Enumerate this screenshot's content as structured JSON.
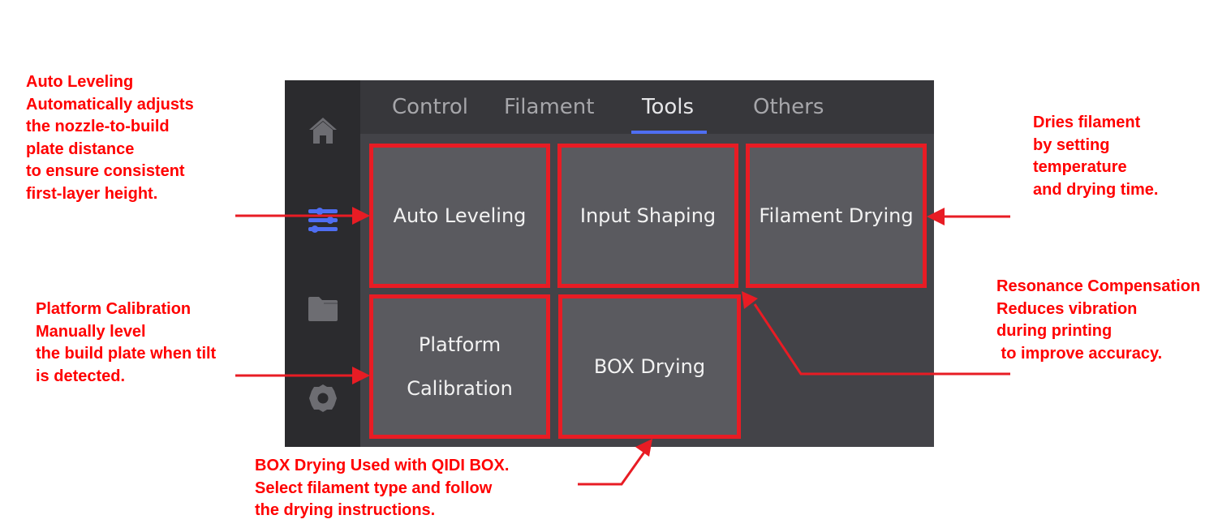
{
  "sidebar": {
    "items": [
      {
        "icon": "home-icon",
        "active": false
      },
      {
        "icon": "sliders-icon",
        "active": true
      },
      {
        "icon": "folder-icon",
        "active": false
      },
      {
        "icon": "gear-icon",
        "active": false
      }
    ]
  },
  "tabs": [
    {
      "label": "Control",
      "active": false
    },
    {
      "label": "Filament",
      "active": false
    },
    {
      "label": "Tools",
      "active": true
    },
    {
      "label": "Others",
      "active": false
    }
  ],
  "tools": {
    "auto_leveling": "Auto Leveling",
    "input_shaping": "Input Shaping",
    "filament_drying": "Filament Drying",
    "platform_calibration_line1": "Platform",
    "platform_calibration_line2": "Calibration",
    "box_drying": "BOX Drying"
  },
  "annotations": {
    "auto_leveling": "Auto Leveling\nAutomatically adjusts\nthe nozzle-to-build\nplate distance\nto ensure consistent\nfirst-layer height.",
    "platform_calibration": "Platform Calibration\nManually level\nthe build plate when tilt\nis detected.",
    "filament_drying": "Dries filament\nby setting\ntemperature\nand drying time.",
    "input_shaping": "Resonance Compensation\nReduces vibration\nduring printing\n to improve accuracy.",
    "box_drying": "BOX Drying Used with QIDI BOX.\nSelect filament type and follow\nthe drying instructions."
  },
  "colors": {
    "accent": "#4f6ef2",
    "highlight_border": "#e81c24",
    "annotation_text": "#ff0000",
    "screen_bg": "#434348",
    "sidebar_bg": "#2b2b2e",
    "tile_bg": "#5a5a5f"
  }
}
